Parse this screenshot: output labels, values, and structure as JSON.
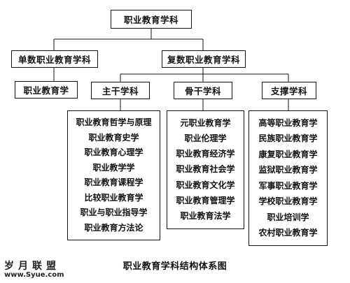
{
  "root": "职业教育学科",
  "level1": {
    "single": "单数职业教育学科",
    "compound": "复数职业教育学科"
  },
  "level2": {
    "single_child": "职业教育学",
    "main": "主干学科",
    "backbone": "骨干学科",
    "support": "支撑学科"
  },
  "lists": {
    "main": [
      "职业教育哲学与原理",
      "职业教育史学",
      "职业教育心理学",
      "职业教学学",
      "职业教育课程学",
      "比较职业教育学",
      "职业与职业指导学",
      "职业教育方法论"
    ],
    "backbone": [
      "元职业教育学",
      "职业伦理学",
      "职业教育经济学",
      "职业教育社会学",
      "职业教育文化学",
      "职业教育管理学",
      "职业教育法学"
    ],
    "support": [
      "高等职业教育学",
      "民族职业教育学",
      "康复职业教育学",
      "监狱职业教育学",
      "军事职业教育学",
      "学校职业教育学",
      "职业培训学",
      "农村职业教育学"
    ]
  },
  "caption": "职业教育学科结构体系图",
  "watermark": {
    "cn": "岁月联盟",
    "url": "www.Syue.com"
  }
}
